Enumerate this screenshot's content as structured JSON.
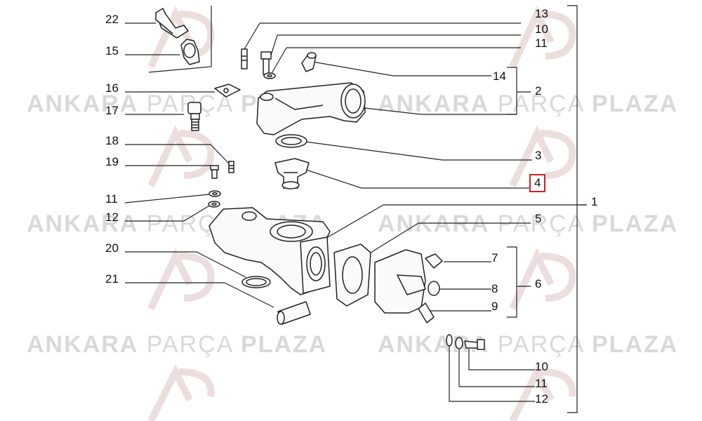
{
  "watermark": {
    "bold1": "ANKARA",
    "light": "PARÇA",
    "bold2": "PLAZA"
  },
  "brand_color": "#d32020",
  "callouts": [
    {
      "id": "c22",
      "text": "22"
    },
    {
      "id": "c15",
      "text": "15"
    },
    {
      "id": "c16",
      "text": "16"
    },
    {
      "id": "c17",
      "text": "17"
    },
    {
      "id": "c18",
      "text": "18"
    },
    {
      "id": "c19",
      "text": "19"
    },
    {
      "id": "c11a",
      "text": "11"
    },
    {
      "id": "c12a",
      "text": "12"
    },
    {
      "id": "c20",
      "text": "20"
    },
    {
      "id": "c21",
      "text": "21"
    },
    {
      "id": "c13",
      "text": "13"
    },
    {
      "id": "c10a",
      "text": "10"
    },
    {
      "id": "c11b",
      "text": "11"
    },
    {
      "id": "c14",
      "text": "14"
    },
    {
      "id": "c2",
      "text": "2"
    },
    {
      "id": "c3",
      "text": "3"
    },
    {
      "id": "c4",
      "text": "4"
    },
    {
      "id": "c1",
      "text": "1"
    },
    {
      "id": "c5",
      "text": "5"
    },
    {
      "id": "c7",
      "text": "7"
    },
    {
      "id": "c6",
      "text": "6"
    },
    {
      "id": "c8",
      "text": "8"
    },
    {
      "id": "c9",
      "text": "9"
    },
    {
      "id": "c10b",
      "text": "10"
    },
    {
      "id": "c11c",
      "text": "11"
    },
    {
      "id": "c12b",
      "text": "12"
    }
  ],
  "highlighted_callout": "4"
}
